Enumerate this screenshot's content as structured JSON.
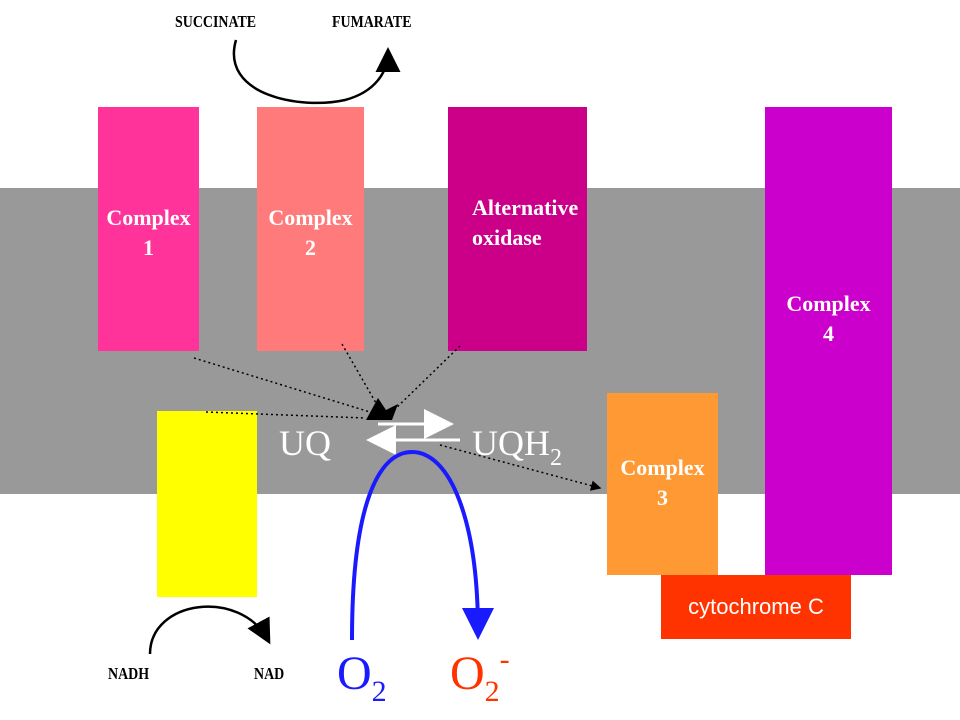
{
  "top_labels": {
    "succinate": "SUCCINATE",
    "fumarate": "FUMARATE"
  },
  "bottom_labels": {
    "nadh": "NADH",
    "nad": "NAD"
  },
  "complexes": {
    "complex1": {
      "line1": "Complex",
      "line2": "1",
      "color": "#ff3399"
    },
    "complex2": {
      "line1": "Complex",
      "line2": "2",
      "color": "#ff7b7b"
    },
    "alt_oxidase": {
      "line1": "Alternative",
      "line2": "oxidase",
      "color": "#cc0088"
    },
    "complex3": {
      "line1": "Complex",
      "line2": "3",
      "color": "#ff9933"
    },
    "complex4": {
      "line1": "Complex",
      "line2": "4",
      "color": "#cc00cc"
    }
  },
  "cytochrome": {
    "label": "cytochrome C",
    "color": "#ff3300"
  },
  "ubiquinone": {
    "uq": "UQ",
    "uqh": "UQH",
    "uqh_sub": "2"
  },
  "oxygen": {
    "o2": "O",
    "o2_sub": "2",
    "superoxide": "O",
    "superoxide_sub": "2",
    "superoxide_sup": "-",
    "o2_color": "#1a1aff",
    "superoxide_color": "#ff3300"
  },
  "colors": {
    "membrane": "#999999",
    "nadh_dehydrogenase": "#ffff00"
  }
}
